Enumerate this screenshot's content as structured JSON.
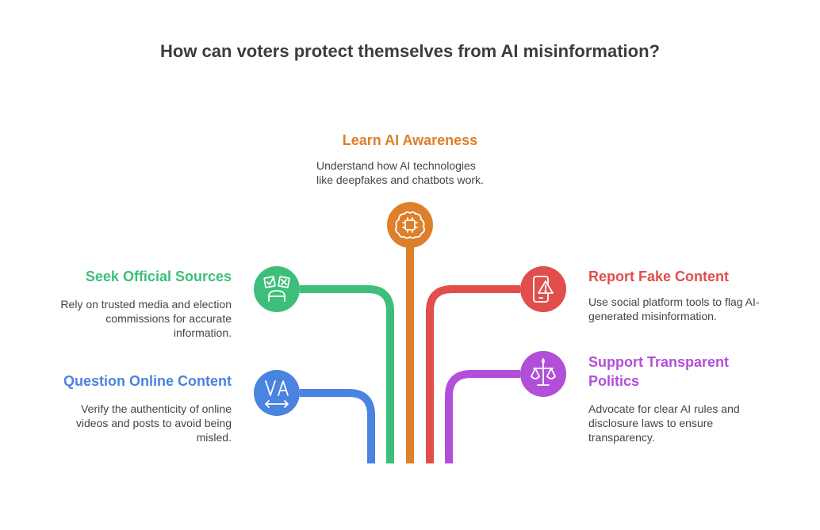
{
  "title": "How can voters protect themselves from AI misinformation?",
  "colors": {
    "orange": "#dd7f2b",
    "green": "#3dbf79",
    "blue": "#4a83e0",
    "red": "#e04f4b",
    "purple": "#b24fd9"
  },
  "items": {
    "learn": {
      "heading": "Learn AI Awareness",
      "desc_1": "Understand how AI technologies",
      "desc_2": "like deepfakes and chatbots work.",
      "icon": "brain-chip-icon"
    },
    "seek": {
      "heading": "Seek Official Sources",
      "desc_1": "Rely on trusted media and election",
      "desc_2": "commissions for accurate",
      "desc_3": "information.",
      "icon": "voting-checklist-icon"
    },
    "question": {
      "heading": "Question Online Content",
      "desc_1": "Verify the authenticity of online",
      "desc_2": "videos and posts to avoid being",
      "desc_3": "misled.",
      "icon": "va-compare-icon"
    },
    "report": {
      "heading": "Report Fake Content",
      "desc_1": "Use social platform tools to flag AI-",
      "desc_2": "generated misinformation.",
      "icon": "phone-warning-icon"
    },
    "support": {
      "heading_1": "Support Transparent",
      "heading_2": "Politics",
      "desc_1": "Advocate for clear AI rules and",
      "desc_2": "disclosure laws to ensure",
      "desc_3": "transparency.",
      "icon": "balance-scale-icon"
    }
  }
}
